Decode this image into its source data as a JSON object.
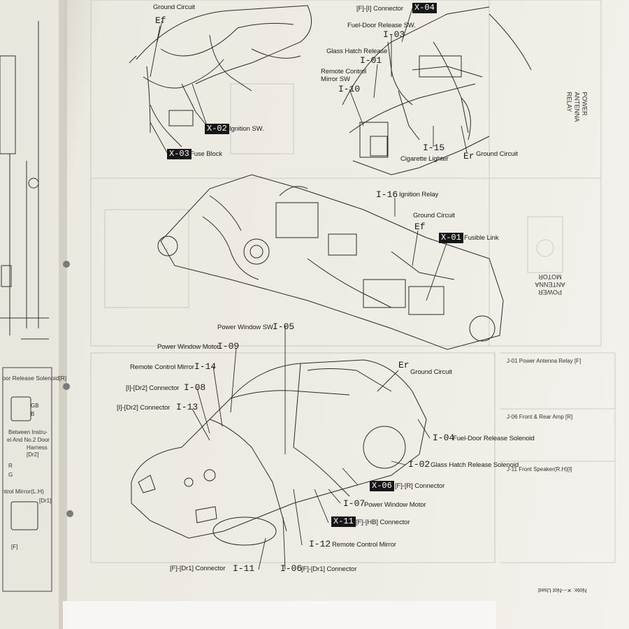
{
  "engine": {
    "ground_circuit": "Ground Circuit",
    "ef": "Ef",
    "ignition_relay": "Ignition Relay",
    "i16": "I-16",
    "x01": "X-01",
    "fusible_link": "Fusible Link"
  },
  "dash_left": {
    "ground_circuit": "Ground Circuit",
    "ef": "Ef",
    "x02": "X-02",
    "ignition_sw": "Ignition SW.",
    "x03": "X-03",
    "fuse_block": "Fuse Block"
  },
  "dash_right": {
    "f_i_connector": "[F]-[I] Connector",
    "x04": "X-04",
    "fuel_door_sw": "Fuel-Door Release SW.",
    "i03": "I-03",
    "glass_hatch_release": "Glass Hatch Release",
    "i01": "I-01",
    "remote_mirror_sw": "Remote Control Mirror SW",
    "i10": "I-10",
    "i15": "I-15",
    "cigarette_lighter": "Cigarette Lighter",
    "er": "Er",
    "ground_circuit": "Ground Circuit"
  },
  "body": {
    "power_window_sw": "Power Window SW.",
    "i05": "I-05",
    "power_window_motor": "Power Window Motor",
    "i09": "I-09",
    "remote_control_mirror": "Remote Control Mirror",
    "i14": "I-14",
    "idr2_connector_a": "[I]-[Dr2] Connector",
    "i08": "I-08",
    "idr2_connector_b": "[I]-[Dr2] Connector",
    "i13": "I-13",
    "er": "Er",
    "ground_circuit": "Ground Circuit",
    "i04": "I-04",
    "fuel_door_solenoid": "Fuel-Door Release Solenoid",
    "i02": "I-02",
    "glass_hatch_solenoid": "Glass Hatch Release Solenoid",
    "x06": "X-06",
    "f_r_connector": "[F]-[R] Connector",
    "i07": "I-07",
    "power_window_motor_b": "Power Window Motor",
    "x11": "X-11",
    "f_hb_connector": "[F]-[HB] Connector",
    "i12": "I-12",
    "remote_control_mirror_b": "Remote Control Mirror",
    "f_dr1_connector_a": "[F]-[Dr1] Connector",
    "i11": "I-11",
    "i06": "I-06",
    "f_dr1_connector_b": "[F]-[Dr1] Connector"
  },
  "right_column": {
    "power_antenna_relay": "POWER ANTENNA RELAY",
    "power_antenna_motor": "POWER ANTENNA MOTOR",
    "j01": "J-01 Power Antenna Relay [F]",
    "j06": "J-06 Front & Rear Amp [R]",
    "j11": "J-11 Front Speaker(R.H)[I]",
    "note": "Note: ✕---Not Used"
  },
  "left_page": {
    "door_release_solenoid": "oor Release Solenoid[R]",
    "between_instr": "Between Instru-",
    "panel_and_door": "el And No.2 Door",
    "harness": "Harness",
    "dr2": "[Dr2]",
    "control_mirror": "ntrol Mirror(L.H)",
    "dr1": "[Dr1]",
    "f": "[F]",
    "gb": "GB",
    "b": "B",
    "r": "R",
    "g": "G"
  }
}
